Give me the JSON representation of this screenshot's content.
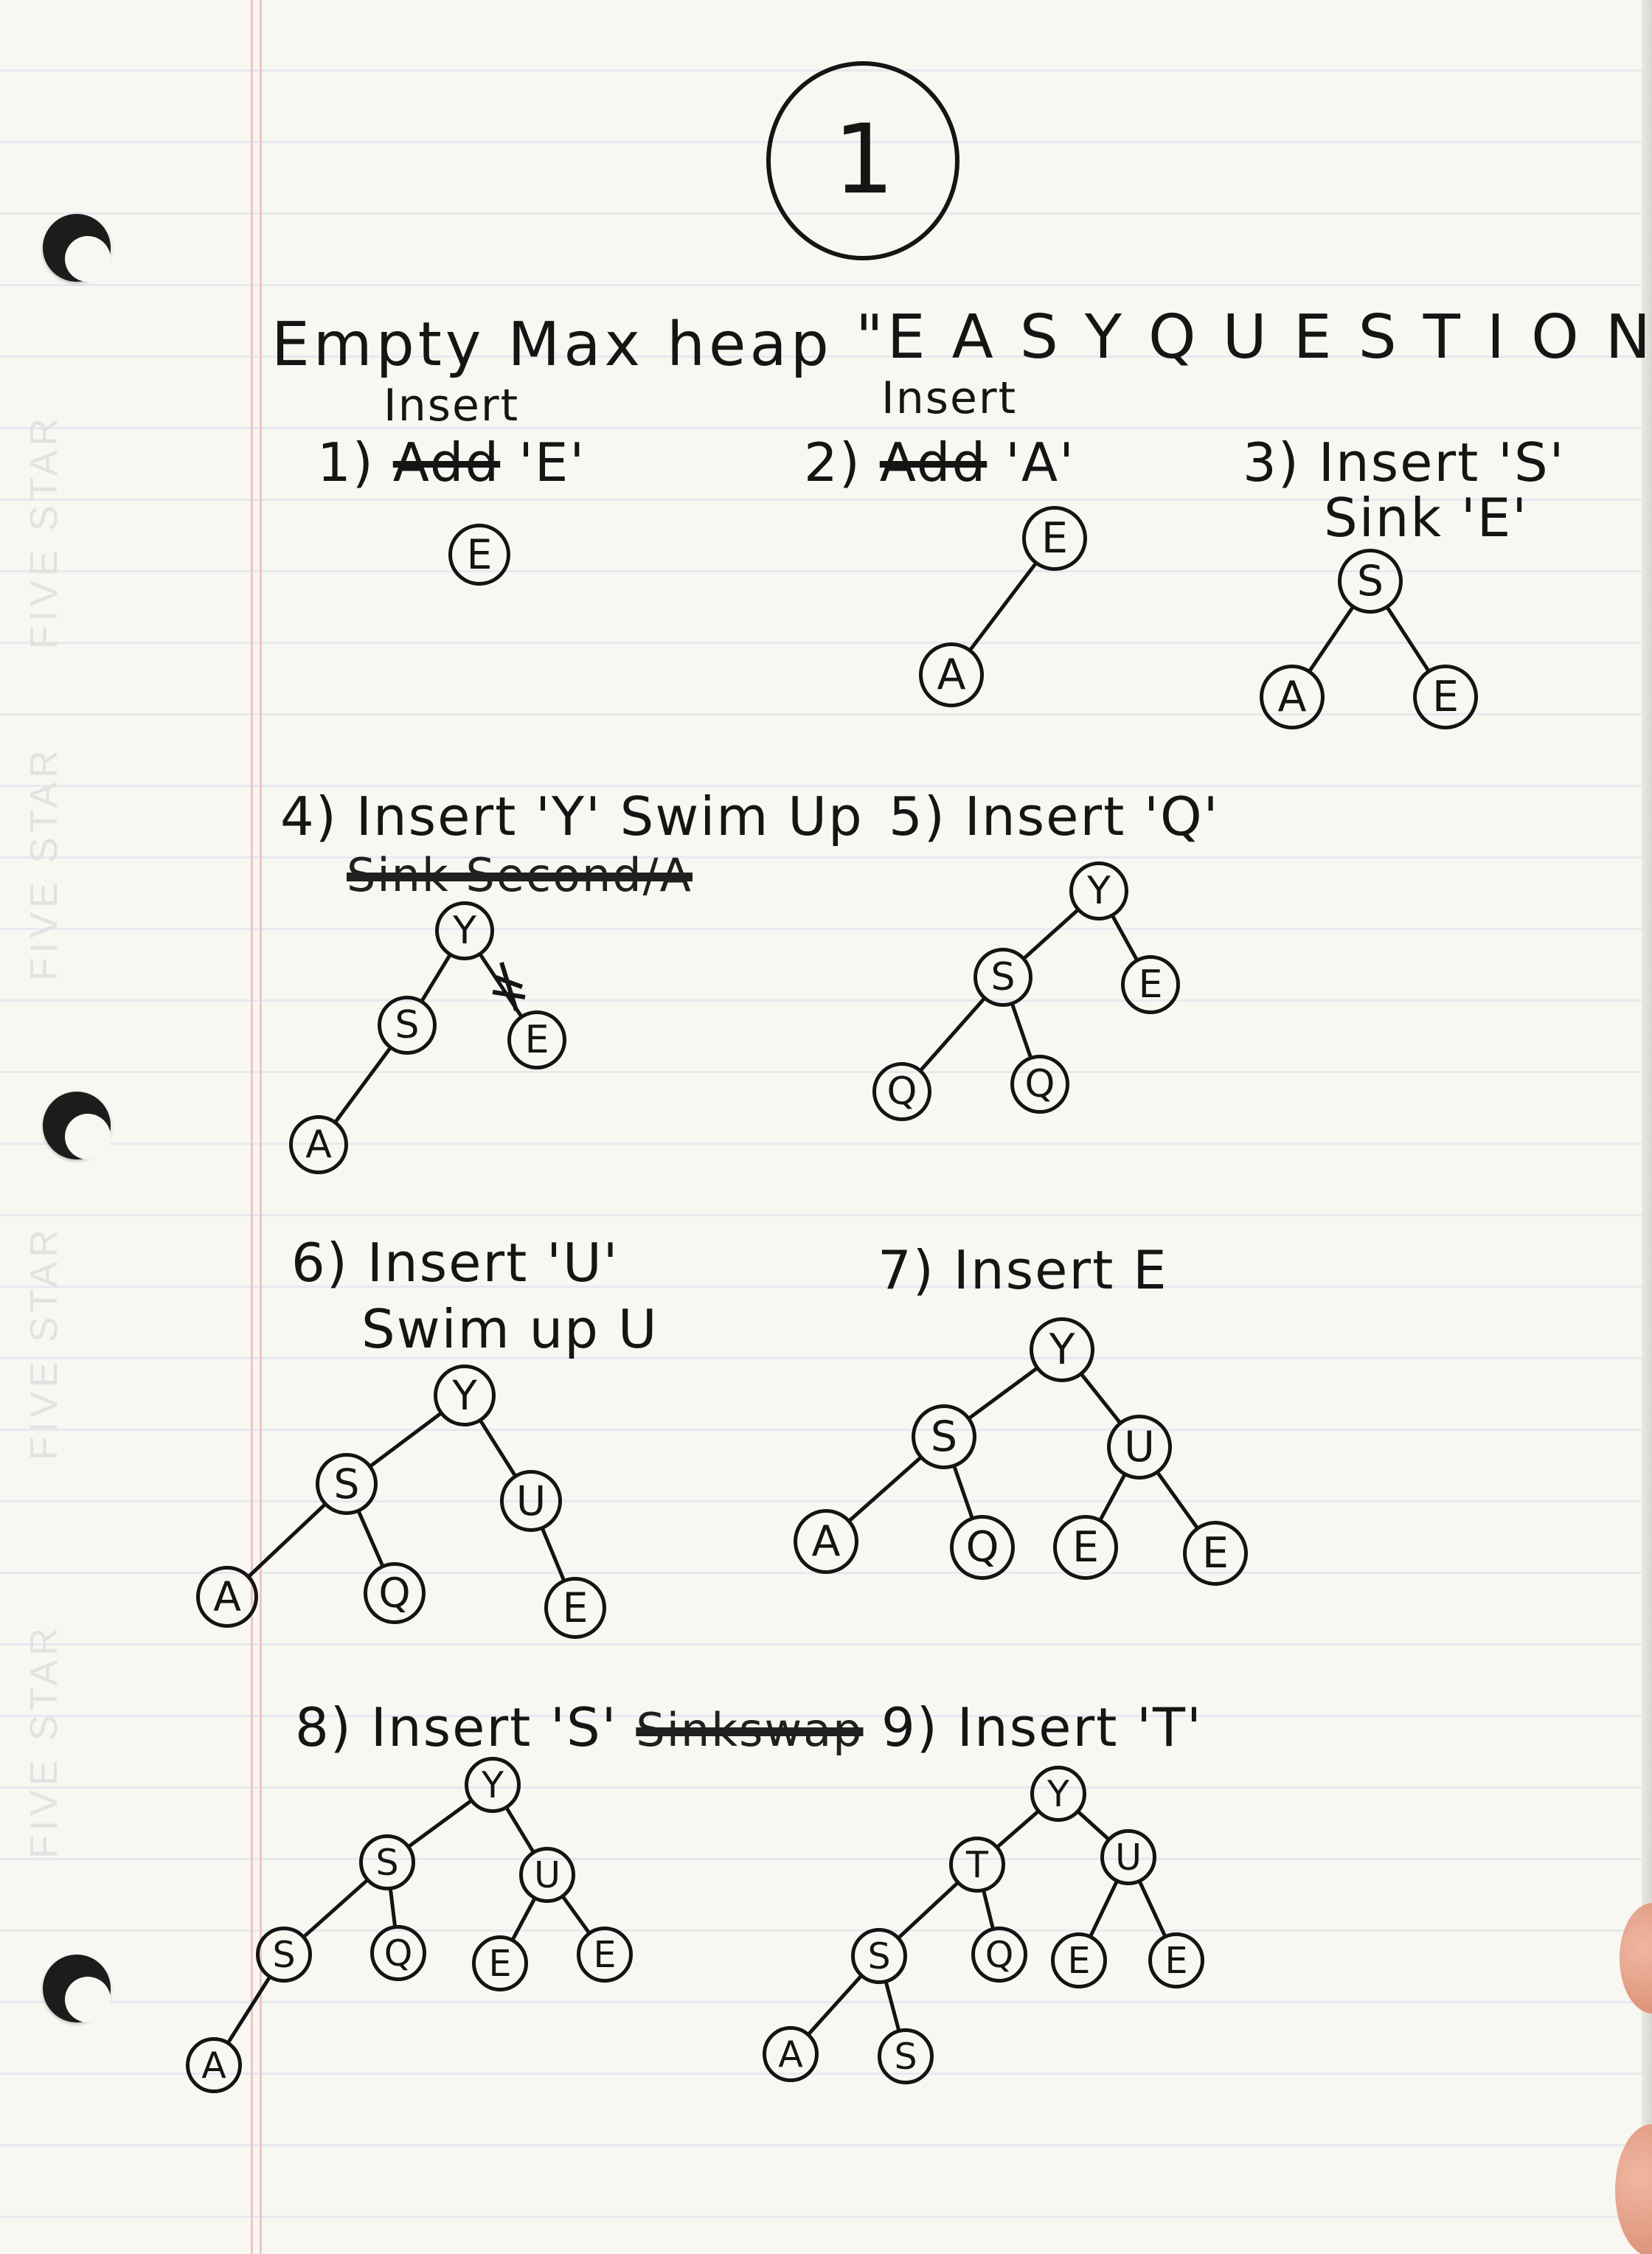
{
  "page_number": "1",
  "header": {
    "title": "Empty Max heap",
    "subtitle": "\"E A S Y Q U E S T I O N"
  },
  "brand": "FIVE STAR",
  "steps": [
    {
      "id": 1,
      "number_label": "1)",
      "struck_word": "Add",
      "insert_word": "Insert",
      "key": "'E'",
      "nodes": [
        "E"
      ],
      "edges": []
    },
    {
      "id": 2,
      "number_label": "2)",
      "struck_word": "Add",
      "insert_word": "Insert",
      "key": "'A'",
      "nodes": [
        "E",
        "A"
      ],
      "edges": [
        [
          0,
          1
        ]
      ]
    },
    {
      "id": 3,
      "label": "3) Insert 'S'",
      "note": "Sink 'E'",
      "nodes": [
        "S",
        "A",
        "E"
      ],
      "edges": [
        [
          0,
          1
        ],
        [
          0,
          2
        ]
      ]
    },
    {
      "id": 4,
      "label": "4) Insert 'Y' Swim Up",
      "scribble": "Sink Second/A",
      "nodes": [
        "Y",
        "S",
        "E",
        "A"
      ],
      "edges": [
        [
          0,
          1
        ],
        [
          0,
          2
        ],
        [
          1,
          3
        ]
      ]
    },
    {
      "id": 5,
      "label": "5) Insert 'Q'",
      "nodes": [
        "Y",
        "S",
        "E",
        "Q",
        "Q"
      ],
      "edges": [
        [
          0,
          1
        ],
        [
          0,
          2
        ],
        [
          1,
          3
        ],
        [
          1,
          4
        ]
      ]
    },
    {
      "id": 6,
      "label": "6) Insert 'U'",
      "note": "Swim up U",
      "nodes": [
        "Y",
        "S",
        "U",
        "A",
        "Q",
        "E"
      ],
      "edges": [
        [
          0,
          1
        ],
        [
          0,
          2
        ],
        [
          1,
          3
        ],
        [
          1,
          4
        ],
        [
          2,
          5
        ]
      ]
    },
    {
      "id": 7,
      "label": "7) Insert E",
      "nodes": [
        "Y",
        "S",
        "U",
        "A",
        "Q",
        "E",
        "E"
      ],
      "edges": [
        [
          0,
          1
        ],
        [
          0,
          2
        ],
        [
          1,
          3
        ],
        [
          1,
          4
        ],
        [
          2,
          5
        ],
        [
          2,
          6
        ]
      ]
    },
    {
      "id": 8,
      "label": "8) Insert 'S'",
      "scribble": "Sinkswap",
      "nodes": [
        "Y",
        "S",
        "U",
        "S",
        "Q",
        "E",
        "E",
        "A"
      ],
      "edges": [
        [
          0,
          1
        ],
        [
          0,
          2
        ],
        [
          1,
          3
        ],
        [
          1,
          4
        ],
        [
          2,
          5
        ],
        [
          2,
          6
        ],
        [
          3,
          7
        ]
      ]
    },
    {
      "id": 9,
      "label": "9) Insert 'T'",
      "nodes": [
        "Y",
        "T",
        "U",
        "S",
        "Q",
        "E",
        "E",
        "A",
        "S"
      ],
      "edges": [
        [
          0,
          1
        ],
        [
          0,
          2
        ],
        [
          1,
          3
        ],
        [
          1,
          4
        ],
        [
          2,
          5
        ],
        [
          2,
          6
        ],
        [
          3,
          7
        ],
        [
          3,
          8
        ]
      ]
    }
  ]
}
